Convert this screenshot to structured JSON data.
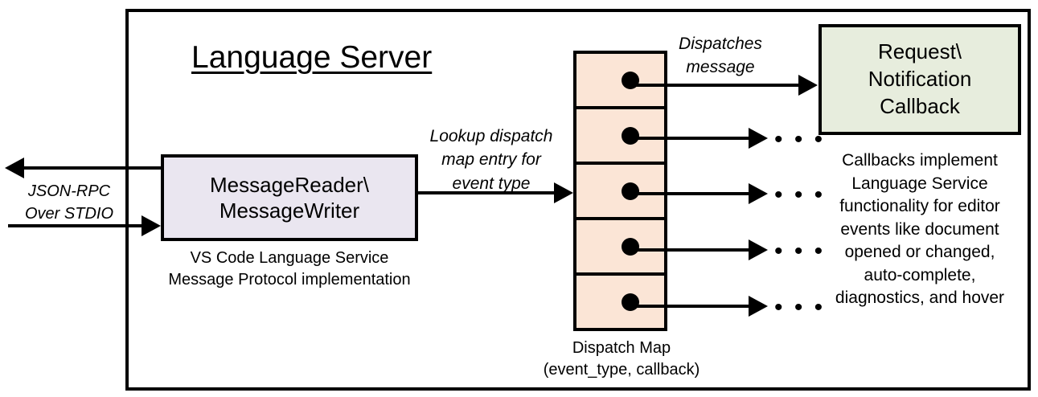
{
  "diagram": {
    "title": "Language Server",
    "nodes": {
      "reader_writer": {
        "label": "MessageReader\\\nMessageWriter",
        "caption": "VS Code Language Service\nMessage Protocol implementation",
        "fill": "#eae6f0"
      },
      "dispatch_map": {
        "caption": "Dispatch Map\n(event_type, callback)",
        "fill": "#fbe5d6",
        "cell_count": 5
      },
      "callback": {
        "label": "Request\\\nNotification\nCallback",
        "caption": "Callbacks implement Language Service functionality for editor events like document opened or changed, auto-complete, diagnostics, and hover",
        "fill": "#e7eddd"
      }
    },
    "edges": {
      "stdio": "JSON-RPC\nOver STDIO",
      "lookup": "Lookup dispatch\nmap entry for\nevent type",
      "dispatches": "Dispatches\nmessage"
    },
    "ellipsis": "• • •",
    "stroke_color": "#000000"
  }
}
